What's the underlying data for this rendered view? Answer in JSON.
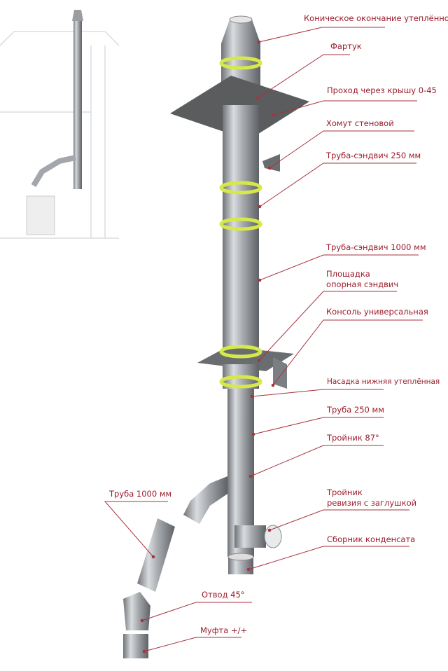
{
  "colors": {
    "label": "#9b1b2a",
    "leader": "#a8323e",
    "steel": "#b8bcc0",
    "ring": "#d7e84a",
    "plate": "#5a5c5e"
  },
  "labels": [
    {
      "id": "conical-cap",
      "text": "Коническое окончание утеплённое"
    },
    {
      "id": "apron",
      "text": "Фартук"
    },
    {
      "id": "roof-pass",
      "text": "Проход через крышу 0-45"
    },
    {
      "id": "wall-clamp",
      "text": "Хомут стеновой"
    },
    {
      "id": "sandwich-250",
      "text": "Труба-сэндвич 250 мм"
    },
    {
      "id": "sandwich-1000",
      "text": "Труба-сэндвич 1000 мм"
    },
    {
      "id": "support-platform",
      "line1": "Площадка",
      "line2": "опорная сэндвич"
    },
    {
      "id": "universal-console",
      "text": "Консоль универсальная"
    },
    {
      "id": "bottom-nozzle",
      "text": "Насадка нижняя утеплённая"
    },
    {
      "id": "pipe-250",
      "text": "Труба 250 мм"
    },
    {
      "id": "tee-87",
      "text": "Тройник 87°"
    },
    {
      "id": "revision-tee",
      "line1": "Тройник",
      "line2": "ревизия с заглушкой"
    },
    {
      "id": "condensate",
      "text": "Сборник конденсата"
    },
    {
      "id": "pipe-1000",
      "text": "Труба 1000 мм"
    },
    {
      "id": "elbow-45",
      "text": "Отвод 45°"
    },
    {
      "id": "coupling",
      "text": "Муфта +/+"
    }
  ]
}
